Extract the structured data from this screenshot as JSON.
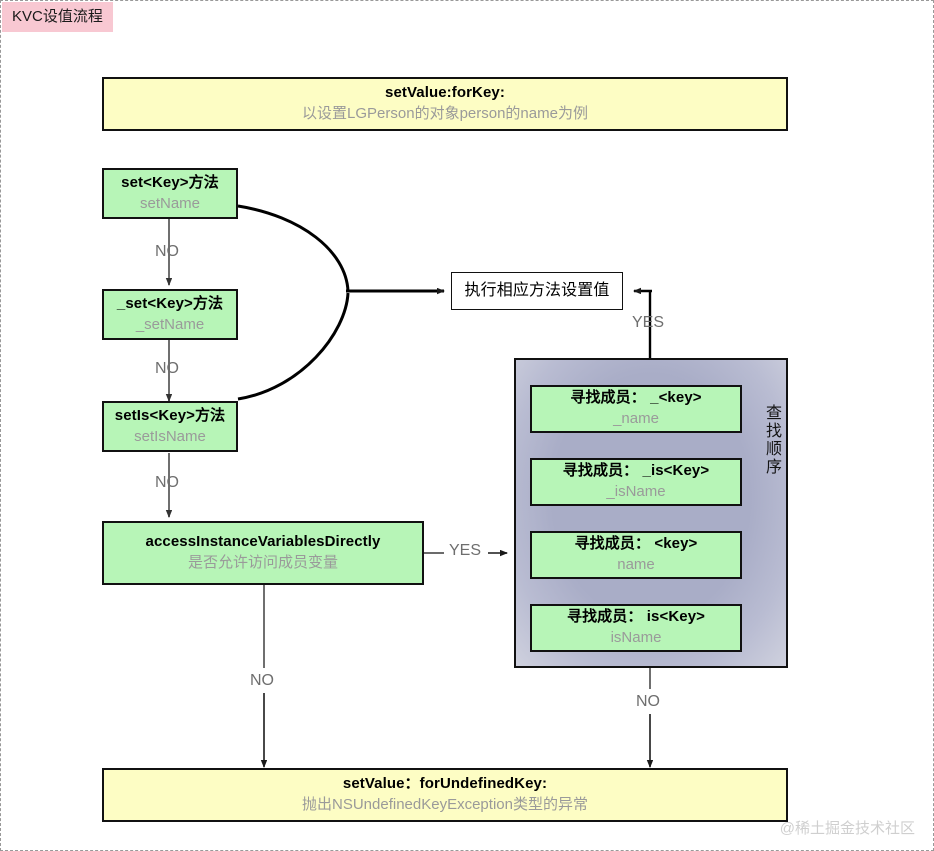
{
  "page": {
    "title_badge": "KVC设值流程",
    "watermark": "@稀土掘金技术社区"
  },
  "nodes": {
    "entry": {
      "title": "setValue:forKey:",
      "sub": "以设置LGPerson的对象person的name为例"
    },
    "set_key": {
      "title": "set<Key>方法",
      "sub": "setName"
    },
    "underscore_set_key": {
      "title": "_set<Key>方法",
      "sub": "_setName"
    },
    "set_is_key": {
      "title": "setIs<Key>方法",
      "sub": "setIsName"
    },
    "access_ivars": {
      "title": "accessInstanceVariablesDirectly",
      "sub": "是否允许访问成员变量"
    },
    "execute": {
      "title": "执行相应方法设置值"
    },
    "ivar_underscore_key": {
      "title": "寻找成员： _<key>",
      "sub": "_name"
    },
    "ivar_underscore_is_key": {
      "title": "寻找成员： _is<Key>",
      "sub": "_isName"
    },
    "ivar_key": {
      "title": "寻找成员： <key>",
      "sub": "name"
    },
    "ivar_is_key": {
      "title": "寻找成员： is<Key>",
      "sub": "isName"
    },
    "undefined_key": {
      "title": "setValue：forUndefinedKey:",
      "sub": "抛出NSUndefinedKeyException类型的异常"
    }
  },
  "search_order": {
    "chars": [
      "查",
      "找",
      "顺",
      "序"
    ],
    "arrow_color": "#2b35e8"
  },
  "edges": {
    "no_1": "NO",
    "no_2": "NO",
    "no_3": "NO",
    "yes_access": "YES",
    "yes_ivar": "YES",
    "no_access": "NO",
    "no_ivar": "NO"
  },
  "colors": {
    "yellow_fill": "#fdfdc4",
    "green_fill": "#b7f5b7",
    "panel_fill": "#a9adc7",
    "badge_fill": "#f8c8d2",
    "stroke": "#111111",
    "sub_text": "#9a9a9a",
    "label_text": "#6e6e6e"
  }
}
